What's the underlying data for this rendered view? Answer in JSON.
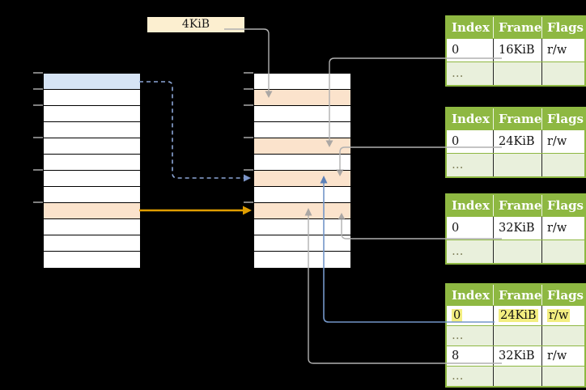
{
  "colors": {
    "background": "#000000",
    "cell_white": "#ffffff",
    "cell_blue": "#d6e4f5",
    "cell_orange": "#fbe3cc",
    "label_bg": "#fcefd0",
    "table_header_bg": "#8eb842",
    "table_header_text": "#ffffff",
    "table_dots_bg": "#e9f0dc",
    "table_dots_text": "#80805a",
    "highlight_yellow": "#f3ee80",
    "gray_line": "#b0b0b0",
    "blue_line": "#7396c8",
    "blue_dashed": "#8ca6d6",
    "orange_line": "#df9d00",
    "tick": "#7f7f7f"
  },
  "page_size_label": "4KiB",
  "left_column": {
    "rows": 12,
    "highlights": [
      {
        "row": 0,
        "color": "cell_blue"
      },
      {
        "row": 8,
        "color": "cell_orange"
      }
    ],
    "ticks": [
      0,
      1,
      2,
      4,
      6,
      8
    ]
  },
  "middle_column": {
    "rows": 12,
    "highlights": [
      {
        "row": 1,
        "color": "cell_orange"
      },
      {
        "row": 4,
        "color": "cell_orange"
      },
      {
        "row": 6,
        "color": "cell_orange"
      },
      {
        "row": 8,
        "color": "cell_orange"
      }
    ],
    "ticks": [
      0,
      1,
      2,
      4,
      6,
      8
    ]
  },
  "tables": [
    {
      "headers": [
        "Index",
        "Frame",
        "Flags"
      ],
      "rows": [
        {
          "cells": [
            "0",
            "16KiB",
            "r/w"
          ],
          "variant": "plain"
        },
        {
          "cells": [
            "…",
            "",
            ""
          ],
          "variant": "dots"
        }
      ]
    },
    {
      "headers": [
        "Index",
        "Frame",
        "Flags"
      ],
      "rows": [
        {
          "cells": [
            "0",
            "24KiB",
            "r/w"
          ],
          "variant": "plain"
        },
        {
          "cells": [
            "…",
            "",
            ""
          ],
          "variant": "dots"
        }
      ]
    },
    {
      "headers": [
        "Index",
        "Frame",
        "Flags"
      ],
      "rows": [
        {
          "cells": [
            "0",
            "32KiB",
            "r/w"
          ],
          "variant": "plain"
        },
        {
          "cells": [
            "…",
            "",
            ""
          ],
          "variant": "dots"
        }
      ]
    },
    {
      "headers": [
        "Index",
        "Frame",
        "Flags"
      ],
      "rows": [
        {
          "cells": [
            "0",
            "24KiB",
            "r/w"
          ],
          "variant": "highlight"
        },
        {
          "cells": [
            "…",
            "",
            ""
          ],
          "variant": "dots"
        },
        {
          "cells": [
            "8",
            "32KiB",
            "r/w"
          ],
          "variant": "plain"
        },
        {
          "cells": [
            "…",
            "",
            ""
          ],
          "variant": "dots"
        }
      ]
    }
  ]
}
